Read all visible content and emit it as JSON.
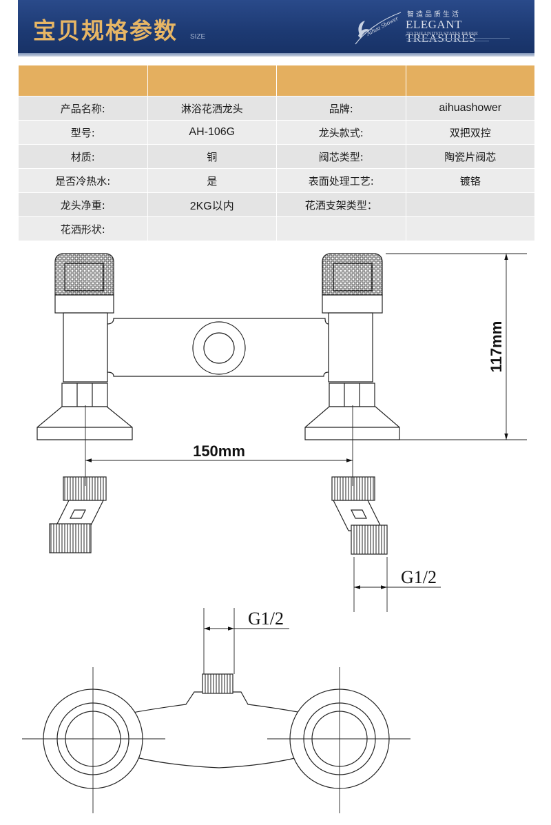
{
  "banner": {
    "title": "宝贝规格参数",
    "subtitle": "SIZE",
    "tagline_cn": "智造品质生活",
    "tagline_en": "ELEGANT TREASURES",
    "tagline_sub": "TO THE UNITED STATES PIERRE",
    "logo_text": "Aihua Shower",
    "colors": {
      "background": "#1d3a73",
      "title": "#e7b665"
    }
  },
  "spec_table": {
    "header_color": "#e4af5f",
    "rows": [
      [
        "产品名称:",
        "淋浴花洒龙头",
        "品牌:",
        "aihuashower"
      ],
      [
        "型号:",
        "AH-106G",
        "龙头款式:",
        "双把双控"
      ],
      [
        "材质:",
        "铜",
        "阀芯类型:",
        "陶瓷片阀芯"
      ],
      [
        "是否冷热水:",
        "是",
        "表面处理工艺:",
        "镀铬"
      ],
      [
        "龙头净重:",
        "2KG以内",
        "花洒支架类型：",
        ""
      ],
      [
        "花洒形状:",
        "",
        "",
        ""
      ]
    ]
  },
  "drawing": {
    "height_dim": "117mm",
    "spacing_dim": "150mm",
    "thread_dim_side": "G1/2",
    "thread_dim_top": "G1/2"
  }
}
